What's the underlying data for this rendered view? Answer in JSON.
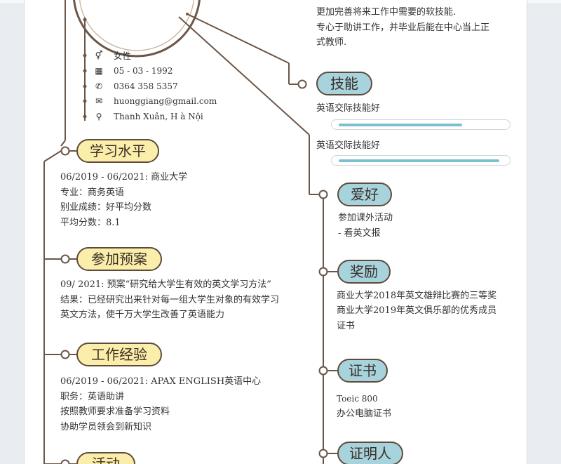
{
  "intro": {
    "line1": "更加完善将来工作中需要的软技能.",
    "line2": "专心于助讲工作，并毕业后能在中心当上正",
    "line3": "式教师."
  },
  "contact": {
    "gender": "女性",
    "birthday": "05 - 03 - 1992",
    "phone": "0364 358 5357",
    "email": "huonggiang@gmail.com",
    "address": "Thanh Xuân, H à  Nội"
  },
  "sections": {
    "education": {
      "title": "学习水平",
      "lines": [
        "06/2019 - 06/2021: 商业大学",
        "专业：商务英语",
        "别业成绩：好平均分数",
        "平均分数：8.1"
      ]
    },
    "project": {
      "title": "参加预案",
      "lines": [
        "09/ 2021: 预案“研究给大学生有效的英文学习方法”",
        "结果：已经研究出来针对每一组大学生对象的有效学习",
        "英文方法，使千万大学生改善了英语能力"
      ]
    },
    "work": {
      "title": "工作经验",
      "lines": [
        "06/2019 - 06/2021: APAX ENGLISH英语中心",
        "职务：英语助讲",
        "按照教师要求准备学习资料",
        "协助学员领会到新知识"
      ]
    },
    "activity": {
      "title": "活动"
    },
    "skills": {
      "title": "技能",
      "items": [
        {
          "label": "英语交际技能好",
          "level": 0.75
        },
        {
          "label": "英语交际技能好",
          "level": 0.98
        }
      ]
    },
    "hobbies": {
      "title": "爱好",
      "lines": [
        "参加课外活动",
        "- 看英文报"
      ]
    },
    "awards": {
      "title": "奖励",
      "lines": [
        "商业大学2018年英文雄辩比赛的三等奖",
        "商业大学2019年英文俱乐部的优秀成员",
        "证书"
      ]
    },
    "certificates": {
      "title": "证书",
      "lines": [
        "Toeic 800",
        "办公电脑证书"
      ]
    },
    "references": {
      "title": "证明人"
    }
  },
  "icons": [
    "gender-icon",
    "calendar-icon",
    "phone-icon",
    "email-icon",
    "location-icon"
  ],
  "colors": {
    "line": "#6b5647",
    "yellow_pill": "#fbeeaa",
    "blue_pill": "#a7d3dc",
    "bar": "#7cc0cf"
  }
}
